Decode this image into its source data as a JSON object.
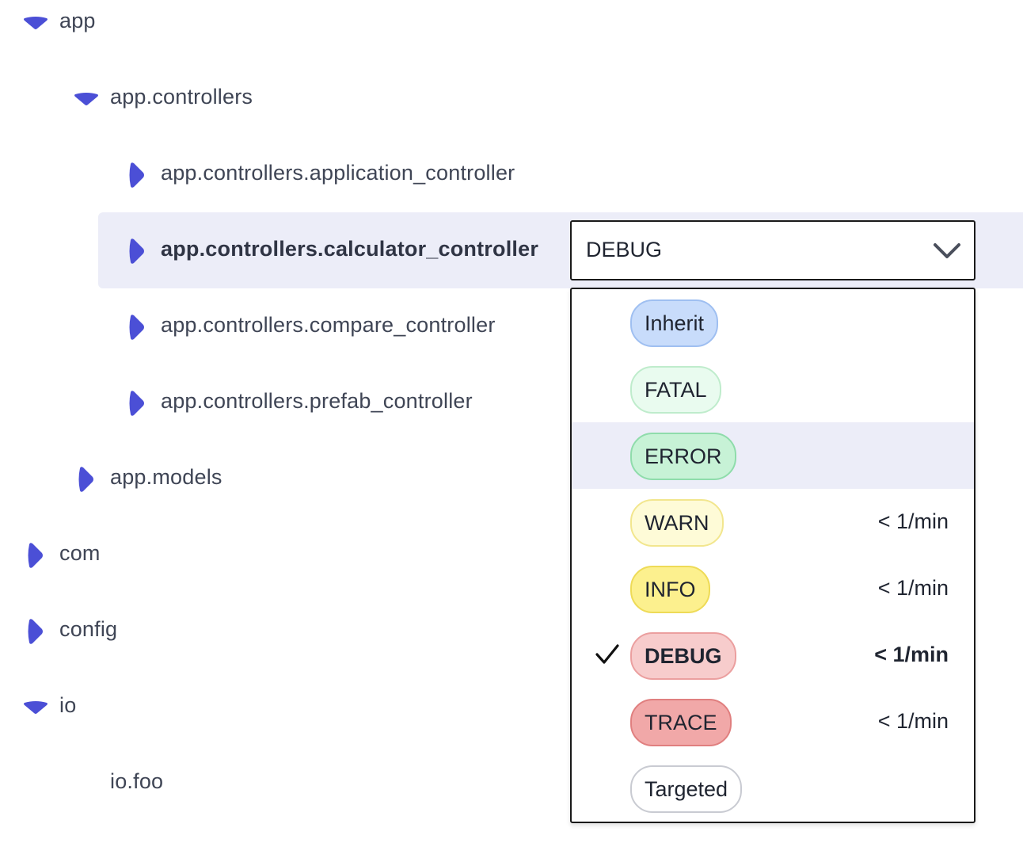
{
  "tree": {
    "items": [
      {
        "label": "app",
        "expanded": true
      },
      {
        "label": "app.controllers",
        "expanded": true
      },
      {
        "label": "app.controllers.application_controller",
        "expanded": false
      },
      {
        "label": "app.controllers.calculator_controller",
        "expanded": false,
        "selected": true
      },
      {
        "label": "app.controllers.compare_controller",
        "expanded": false
      },
      {
        "label": "app.controllers.prefab_controller",
        "expanded": false
      },
      {
        "label": "app.models",
        "expanded": false
      },
      {
        "label": "com",
        "expanded": false
      },
      {
        "label": "config",
        "expanded": false
      },
      {
        "label": "io",
        "expanded": true
      },
      {
        "label": "io.foo",
        "leaf": true
      }
    ]
  },
  "level_select": {
    "value": "DEBUG",
    "options": [
      {
        "label": "Inherit",
        "rate": "",
        "bg": "#c8dcfb",
        "border": "#9fbff1"
      },
      {
        "label": "FATAL",
        "rate": "",
        "bg": "#e9fbef",
        "border": "#bfeccc"
      },
      {
        "label": "ERROR",
        "rate": "",
        "bg": "#c7f2d6",
        "border": "#8fdcab",
        "hover": true
      },
      {
        "label": "WARN",
        "rate": "< 1/min",
        "bg": "#fefbd7",
        "border": "#f2e68e"
      },
      {
        "label": "INFO",
        "rate": "< 1/min",
        "bg": "#fcf08e",
        "border": "#eedb57"
      },
      {
        "label": "DEBUG",
        "rate": "< 1/min",
        "bg": "#f7cccc",
        "border": "#eb9f9f",
        "checked": true
      },
      {
        "label": "TRACE",
        "rate": "< 1/min",
        "bg": "#f1a8a8",
        "border": "#e07f7f"
      },
      {
        "label": "Targeted",
        "rate": "",
        "bg": "#ffffff",
        "border": "#c9cbd2"
      }
    ]
  },
  "colors": {
    "chevron": "#4b4fd6",
    "row_highlight": "#ecedf8"
  },
  "icons": {
    "expanded": "caret-down-icon",
    "collapsed": "caret-right-icon",
    "select": "chevron-down-icon",
    "selected": "checkmark-icon"
  }
}
